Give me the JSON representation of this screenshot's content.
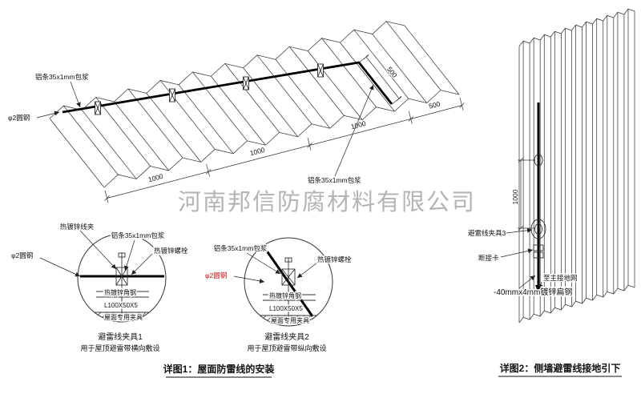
{
  "watermark": "河南邦信防腐材料有限公司",
  "roof": {
    "labels": {
      "strip_top": "铝条35x1mm包浆",
      "rod": "φ2圆钢",
      "strip_right": "铝条35x1mm包浆"
    },
    "dims": [
      "1000",
      "1000",
      "1000",
      "500"
    ],
    "dim_right": "500"
  },
  "detail1": {
    "labels": {
      "clamp": "热镀锌线夹",
      "strip": "铝条35x1mm包浆",
      "bolt": "热镀锌螺栓",
      "rod": "φ2圆钢",
      "angle": "热镀锌角钢",
      "angle_size": "L100X50X5",
      "roof_clamp": "屋面专用夹具"
    },
    "title": "避雷线夹具1",
    "subtitle": "用于屋顶避雷带横向敷设"
  },
  "detail2": {
    "labels": {
      "strip": "铝条35x1mm包浆",
      "bolt": "热镀锌螺栓",
      "rod": "φ2圆钢",
      "angle": "热镀锌角钢",
      "angle_size": "L100X50X5",
      "roof_clamp": "屋面专用夹具"
    },
    "title": "避雷线夹具2",
    "subtitle": "用于屋顶避雷带纵向敷设"
  },
  "wall": {
    "dim": "1000",
    "labels": {
      "clamp3": "避雷线夹具3",
      "disconnect": "断接卡",
      "to_ground": "至主接地网",
      "flat_steel": "-40mmx4mm镀锌扁钢"
    }
  },
  "captions": {
    "detail1": "详图1：屋面防雷线的安装",
    "detail2": "详图2：侧墙避雷线接地引下"
  },
  "colors": {
    "line": "#333333",
    "red": "#cc1111",
    "watermark": "#acacac"
  }
}
